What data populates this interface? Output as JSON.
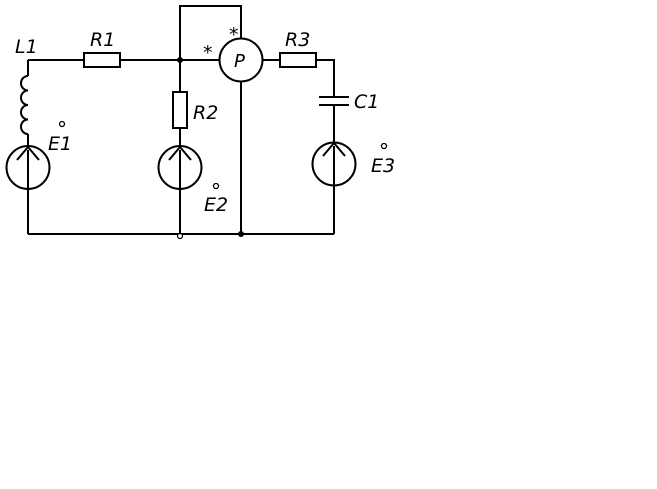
{
  "diagram": {
    "labels": {
      "L1": "L1",
      "R1": "R1",
      "R2": "R2",
      "R3": "R3",
      "C1": "C1",
      "E1": "E1",
      "E2": "E2",
      "E3": "E3",
      "meter": "P",
      "star_left": "*",
      "star_top": "*"
    },
    "colors": {
      "line": "#000000",
      "background": "#ffffff"
    }
  }
}
